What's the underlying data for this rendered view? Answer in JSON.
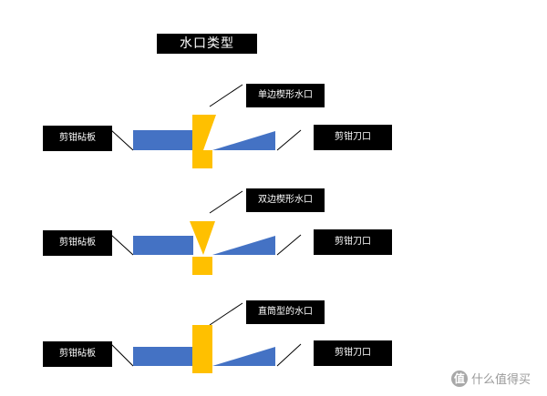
{
  "title": "水口类型",
  "sections": [
    {
      "gate_label": "单边楔形水口",
      "anvil_label": "剪钳砧板",
      "blade_label": "剪钳刀口"
    },
    {
      "gate_label": "双边楔形水口",
      "anvil_label": "剪钳砧板",
      "blade_label": "剪钳刀口"
    },
    {
      "gate_label": "直筒型的水口",
      "anvil_label": "剪钳砧板",
      "blade_label": "剪钳刀口"
    }
  ],
  "watermark": {
    "text": "什么值得买",
    "icon": "值"
  },
  "colors": {
    "blue": "#4472C4",
    "gold": "#FFC000",
    "label_bg": "#000000",
    "label_text": "#FFFFFF"
  }
}
